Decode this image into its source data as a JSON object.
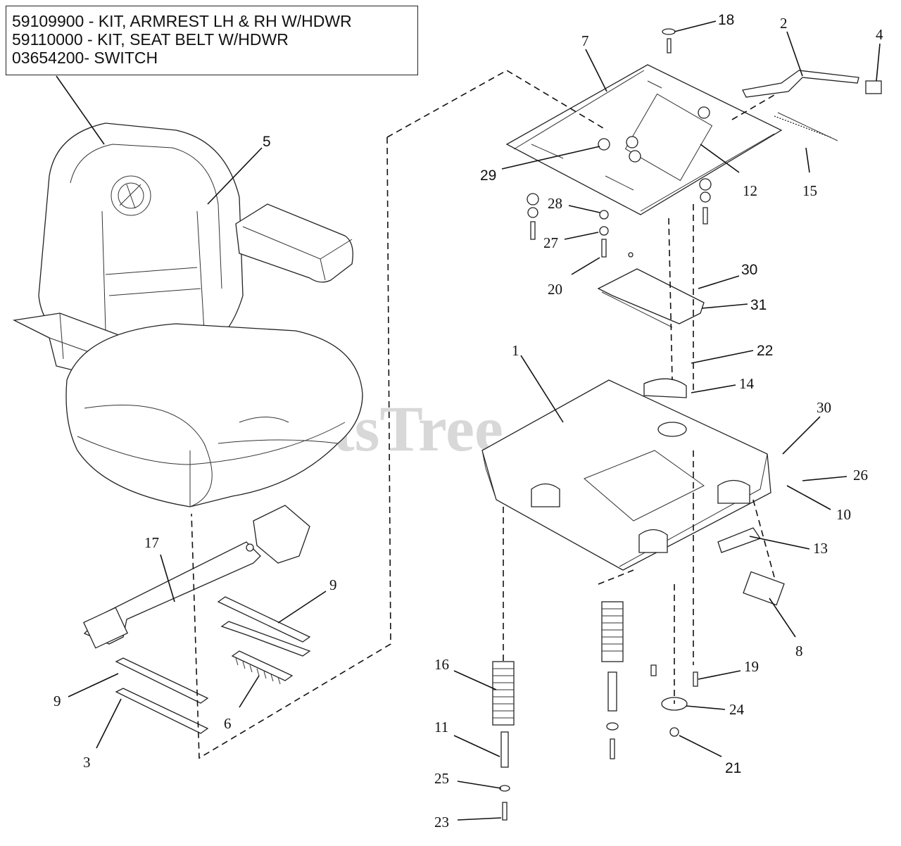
{
  "kit_box": {
    "lines": [
      "59109900 - KIT, ARMREST LH & RH W/HDWR",
      "59110000 - KIT, SEAT BELT W/HDWR",
      "03654200- SWITCH"
    ]
  },
  "watermark": "PartsTree",
  "callouts": {
    "c1": "1",
    "c2": "2",
    "c3": "3",
    "c4": "4",
    "c5": "5",
    "c6": "6",
    "c7": "7",
    "c8": "8",
    "c9a": "9",
    "c9b": "9",
    "c10": "10",
    "c11": "11",
    "c12": "12",
    "c13": "13",
    "c14": "14",
    "c15": "15",
    "c16": "16",
    "c17": "17",
    "c18": "18",
    "c19": "19",
    "c20": "20",
    "c21": "21",
    "c22": "22",
    "c23": "23",
    "c24": "24",
    "c25": "25",
    "c26": "26",
    "c27": "27",
    "c28": "28",
    "c29": "29",
    "c30a": "30",
    "c30b": "30",
    "c31": "31"
  }
}
